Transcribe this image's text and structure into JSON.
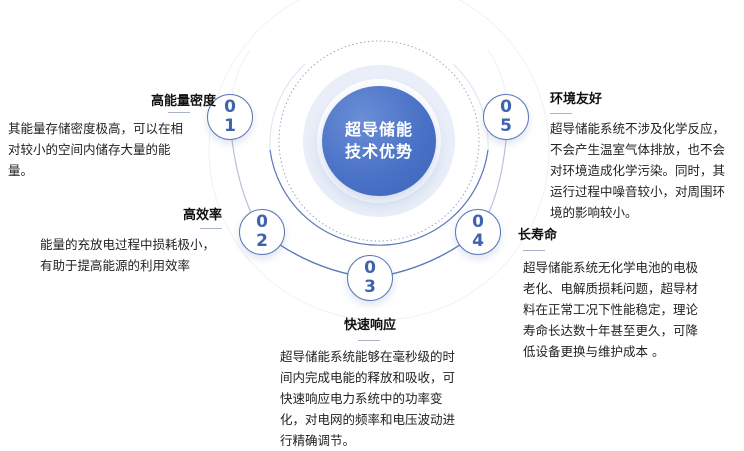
{
  "center": {
    "line1": "超导储能",
    "line2": "技术优势",
    "color": "#4a72c6"
  },
  "items": [
    {
      "num_top": "0",
      "num_bottom": "1",
      "title": "高能量密度",
      "description": "其能量存储密度极高，可以在相对较小的空间内储存大量的能量。"
    },
    {
      "num_top": "0",
      "num_bottom": "2",
      "title": "高效率",
      "description": "能量的充放电过程中损耗极小，有助于提高能源的利用效率"
    },
    {
      "num_top": "0",
      "num_bottom": "3",
      "title": "快速响应",
      "description": "超导储能系统能够在毫秒级的时间内完成电能的释放和吸收，可快速响应电力系统中的功率变化，对电网的频率和电压波动进行精确调节。"
    },
    {
      "num_top": "0",
      "num_bottom": "4",
      "title": "长寿命",
      "description": "超导储能系统无化学电池的电极老化、电解质损耗问题，超导材料在正常工况下性能稳定，理论寿命长达数十年甚至更久，可降低设备更换与维护成本 。"
    },
    {
      "num_top": "0",
      "num_bottom": "5",
      "title": "环境友好",
      "description": "超导储能系统不涉及化学反应，不会产生温室气体排放，也不会对环境造成化学污染。同时，其运行过程中噪音较小，对周围环境的影响较小。"
    }
  ],
  "colors": {
    "accent": "#3f63ad",
    "ring": "#e8eef8",
    "arc": "#5a78b8"
  }
}
